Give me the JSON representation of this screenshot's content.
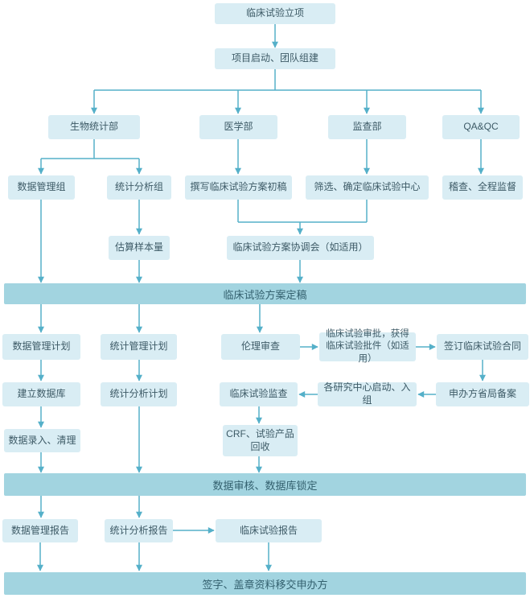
{
  "flowchart": {
    "nodes": {
      "start": "临床试验立项",
      "kickoff": "项目启动、团队组建",
      "biostat_dept": "生物统计部",
      "medical_dept": "医学部",
      "monitoring_dept": "监查部",
      "qaqc_dept": "QA&QC",
      "data_mgmt_group": "数据管理组",
      "stat_analysis_group": "统计分析组",
      "draft_protocol": "撰写临床试验方案初稿",
      "select_sites": "筛选、确定临床试验中心",
      "audit_oversight": "稽查、全程监督",
      "sample_size": "估算样本量",
      "protocol_meeting": "临床试验方案协调会（如适用）",
      "protocol_final_banner": "临床试验方案定稿",
      "dm_plan": "数据管理计划",
      "stat_mgmt_plan": "统计管理计划",
      "ethics_review": "伦理审查",
      "trial_approval": "临床试验审批，获得临床试验批件（如适用）",
      "sign_contract": "签订临床试验合同",
      "build_database": "建立数据库",
      "stat_analysis_plan": "统计分析计划",
      "trial_monitoring": "临床试验监查",
      "site_initiation": "各研究中心启动、入组",
      "sponsor_filing": "申办方省局备案",
      "data_entry_cleaning": "数据录入、清理",
      "crf_product_return": "CRF、试验产品回收",
      "db_lock_banner": "数据审核、数据库锁定",
      "dm_report": "数据管理报告",
      "stat_analysis_report": "统计分析报告",
      "clinical_report": "临床试验报告",
      "handover_banner": "签字、盖章资料移交申办方"
    },
    "colors": {
      "node_fill": "#d9edf4",
      "banner_fill": "#a2d4e0",
      "connector": "#55b0c9",
      "node_text": "#3d5a66",
      "banner_text": "#33606e"
    }
  }
}
